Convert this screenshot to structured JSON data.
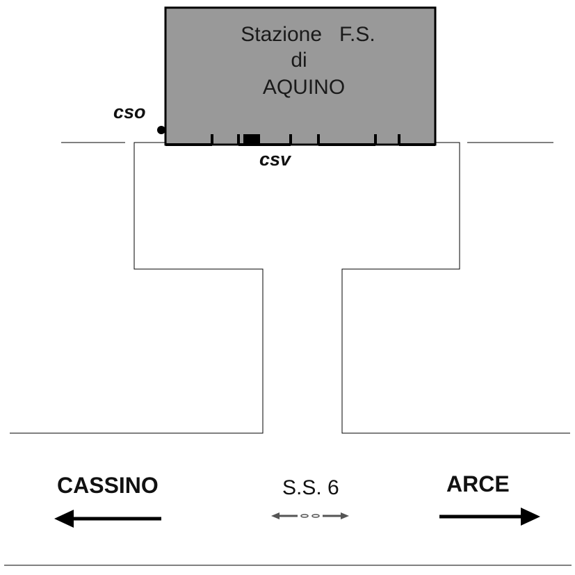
{
  "station": {
    "line1": "Stazione   F.S.",
    "line2": "di",
    "line3": "AQUINO",
    "fill_color": "#999999",
    "outline_color": "#000000"
  },
  "labels": {
    "cso": "cso",
    "csv": "csv"
  },
  "road": {
    "name": "S.S. 6",
    "direction_left": "CASSINO",
    "direction_right": "ARCE"
  },
  "colors": {
    "line": "#000000",
    "background": "#ffffff",
    "small_arrow": "#555555"
  }
}
